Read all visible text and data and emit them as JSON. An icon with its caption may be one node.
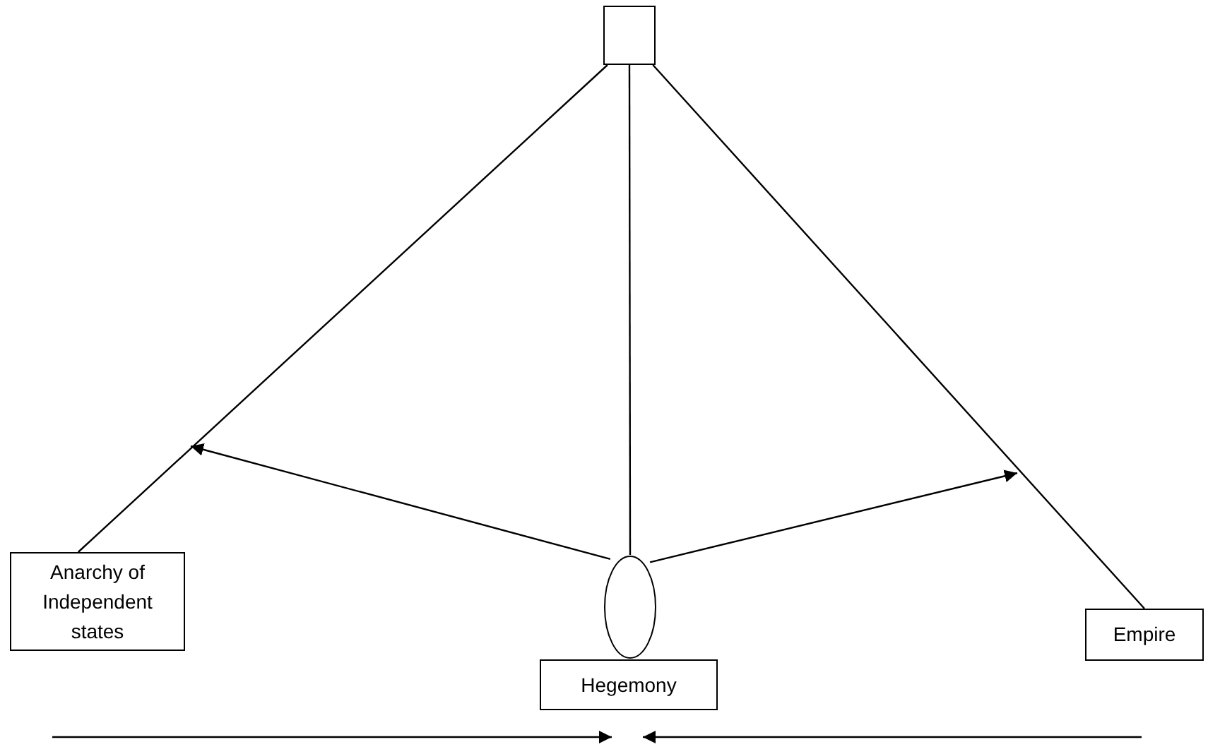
{
  "diagram": {
    "nodes": [
      {
        "text": [],
        "shape": "box"
      },
      {
        "text": [
          "Anarchy of Independent states"
        ]
      },
      {
        "text": [],
        "shape": "ellipse"
      },
      {
        "text": [
          "Empire"
        ]
      },
      {
        "text": [
          "Hegemony"
        ]
      }
    ],
    "edges": [
      {
        "from": 0,
        "to": 1,
        "arrow": "none"
      },
      {
        "from": 0,
        "to": 2,
        "arrow": "none"
      },
      {
        "from": 0,
        "to": 3,
        "arrow": "none"
      },
      {
        "from": 2,
        "to": null,
        "arrow": "to"
      },
      {
        "from": 2,
        "to": null,
        "arrow": "to"
      }
    ]
  }
}
